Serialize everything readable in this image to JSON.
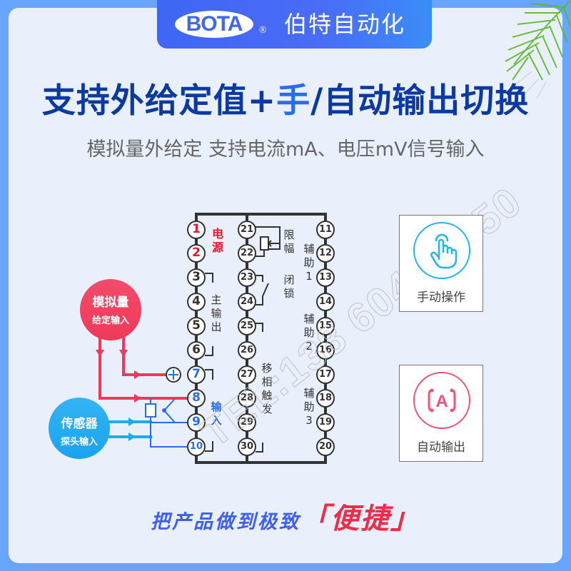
{
  "brand": {
    "logo_text": "BOTA",
    "registered_mark": "®",
    "company_name": "伯特自动化"
  },
  "headline": {
    "part1": "支持外给定值+",
    "part2": "手",
    "part3": "/自动输出切换"
  },
  "subtitle": "模拟量外给定 支持电流mA、电压mV信号输入",
  "diagram": {
    "column1": [
      "1",
      "2",
      "3",
      "4",
      "5",
      "6",
      "7",
      "8",
      "9",
      "10"
    ],
    "column2": [
      "21",
      "22",
      "23",
      "24",
      "25",
      "26",
      "27",
      "28",
      "29",
      "30"
    ],
    "column3": [
      "11",
      "12",
      "13",
      "14",
      "15",
      "16",
      "17",
      "18",
      "19",
      "20"
    ],
    "labels": {
      "power": "电源",
      "main_output": "主输出",
      "input": "输入",
      "limit": "限幅",
      "lock": "闭锁",
      "phase_trigger": "移相触发",
      "aux1": "辅助1",
      "aux2": "辅助2",
      "aux3": "辅助3"
    },
    "analog_bubble": {
      "line1": "模拟量",
      "line2": "给定输入"
    },
    "sensor_bubble": {
      "line1": "传感器",
      "line2": "探头输入"
    }
  },
  "cards": [
    {
      "label": "手动操作",
      "icon": "hand-tap-icon",
      "color": "#1fb6ea"
    },
    {
      "label": "自动输出",
      "icon": "auto-a-icon",
      "color": "#f0527a"
    }
  ],
  "slogan": {
    "text": "把产品做到极致",
    "highlight": "「便捷」"
  },
  "watermark": "TEL:138 6042 3750",
  "colors": {
    "frame": "#68a5ff",
    "panel": "#eaeffc",
    "title": "#0d3aa0",
    "accent_blue": "#2a6de8",
    "red": "#f0395a",
    "cyan": "#22aaf0"
  }
}
